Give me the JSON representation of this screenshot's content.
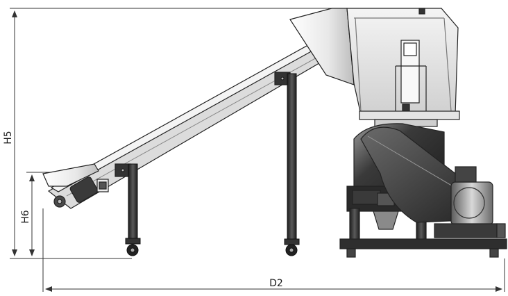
{
  "dimensions": {
    "h5_label": "H5",
    "h6_label": "H6",
    "d2_label": "D2"
  },
  "colors": {
    "dimension_line": "#333333",
    "steel_dark": "#2f2f2f",
    "steel_light": "#e6e6e6",
    "outline": "#222222"
  },
  "icons": [
    "arrowhead-icon",
    "caster-wheel-icon",
    "motor-icon"
  ]
}
